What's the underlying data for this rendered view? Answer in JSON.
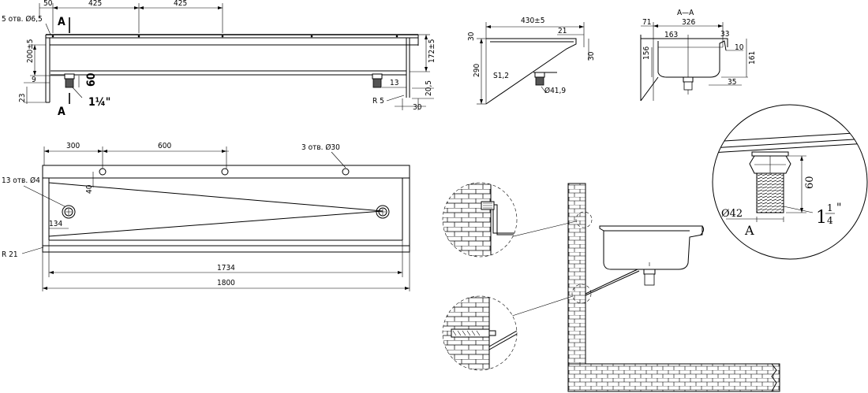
{
  "top_view": {
    "d_50": "50",
    "d_425_a": "425",
    "d_425_b": "425",
    "holes_5": "5 отв. Ø6,5",
    "section_a_top": "A",
    "section_a_bottom": "A",
    "d_200": "200±5",
    "d_9": "9",
    "d_23": "23",
    "d_60": "60",
    "thread": "1¼\"",
    "d_172": "172±5",
    "d_13": "13",
    "d_20_5": "20,5",
    "r5": "R 5",
    "d_30": "30"
  },
  "side_view": {
    "d_430": "430±5",
    "d_30_left": "30",
    "d_21": "21",
    "d_30_right": "30",
    "d_290": "290",
    "s12": "S1,2",
    "d_41_9": "Ø41,9"
  },
  "section_view": {
    "title": "A—A",
    "d_71": "71",
    "d_326": "326",
    "d_163": "163",
    "d_33": "33",
    "d_156": "156",
    "d_10": "10",
    "d_161": "161",
    "d_35": "35"
  },
  "plan_view": {
    "d_300": "300",
    "d_600": "600",
    "holes_3": "3 отв. Ø30",
    "holes_13": "13 отв. Ø4",
    "d_40": "40",
    "d_134": "134",
    "r21": "R 21",
    "d_1734": "1734",
    "d_1800": "1800"
  },
  "detail_a": {
    "d_60": "60",
    "d_42": "Ø42",
    "thread_whole": "1",
    "thread_num": "1",
    "thread_den": "4",
    "thread_mark": "\"",
    "label": "A"
  }
}
